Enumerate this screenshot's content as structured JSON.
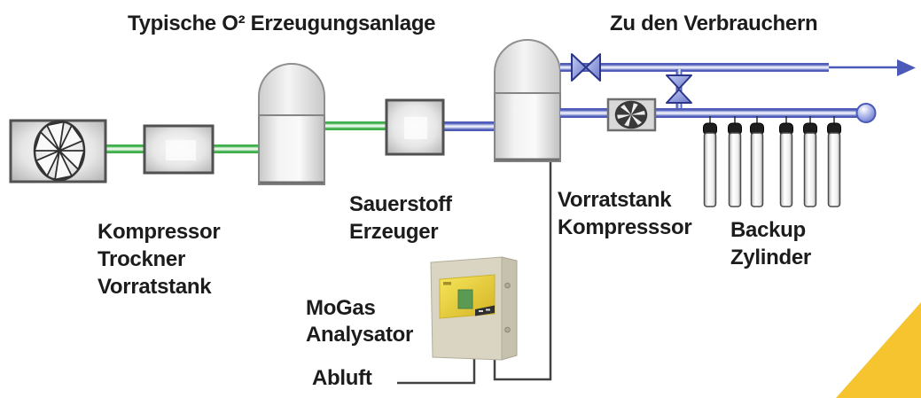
{
  "diagram": {
    "title_left": "Typische O² Erzeugungsanlage",
    "title_right": "Zu den Verbrauchern",
    "labels": {
      "stage1_line1": "Kompressor",
      "stage1_line2": "Trockner",
      "stage1_line3": "Vorratstank",
      "stage2_line1": "Sauerstoff",
      "stage2_line2": "Erzeuger",
      "stage3_line1": "Vorratstank",
      "stage3_line2": "Kompresssor",
      "stage4_line1": "Backup",
      "stage4_line2": "Zylinder",
      "analyzer_line1": "MoGas",
      "analyzer_line2": "Analysator",
      "exhaust": "Abluft"
    },
    "cylinder_count": 6,
    "colors": {
      "background": "#ffffff",
      "label_text": "#1c1c1c",
      "equipment_border": "#515151",
      "pipe_green": "#3fb04b",
      "pipe_blue": "#4b59b8",
      "valve_outline": "#2c3688",
      "line_dark": "#424242",
      "analyzer_body": "#dad5c3",
      "analyzer_side": "#c6c1ad",
      "screen_yellow": "#e9cf3d",
      "screen_green": "#5b9a52",
      "corner_triangle_yellow": "#f6c42f"
    }
  }
}
